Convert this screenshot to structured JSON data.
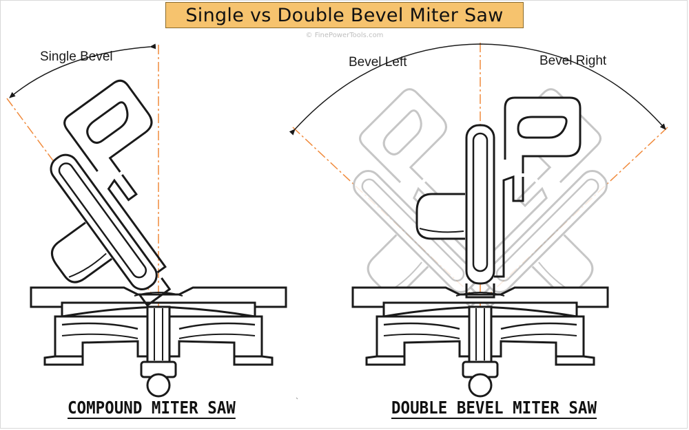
{
  "title": "Single vs Double Bevel Miter Saw",
  "credit": "© FinePowerTools.com",
  "left_diagram": {
    "angle_label": "Single Bevel",
    "caption": "COMPOUND MITER SAW"
  },
  "right_diagram": {
    "angle_label_left": "Bevel Left",
    "angle_label_right": "Bevel Right",
    "caption": "DOUBLE BEVEL MITER SAW"
  },
  "colors": {
    "title_background": "#f6c36e",
    "guide_line": "#f08a3c",
    "line_art": "#1a1a1a",
    "ghost_art": "#bdbdbd"
  }
}
